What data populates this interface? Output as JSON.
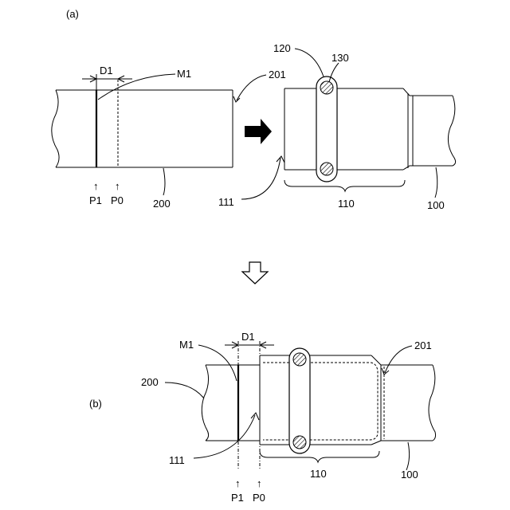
{
  "panel_a": {
    "label": "(a)",
    "distance_label": "D1",
    "mark_label": "M1",
    "pipe_label": "200",
    "pipe_end_label": "201",
    "position_p1": "P1",
    "position_p0": "P0",
    "arrow_glyph": "↑",
    "band_label": "120",
    "wire_label": "130",
    "tube_end_label": "111",
    "tube_section_label": "110",
    "tube_label": "100",
    "transition_icon": "right-arrow-icon"
  },
  "transition": {
    "icon": "down-arrow-icon"
  },
  "panel_b": {
    "label": "(b)",
    "distance_label": "D1",
    "mark_label": "M1",
    "pipe_label": "200",
    "pipe_end_label": "201",
    "tube_end_label": "111",
    "tube_section_label": "110",
    "tube_label": "100",
    "position_p1": "P1",
    "position_p0": "P0",
    "arrow_glyph": "↑"
  }
}
